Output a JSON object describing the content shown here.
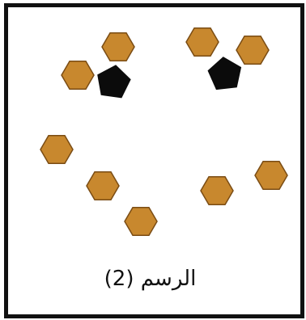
{
  "figure": {
    "caption": "الرسم (2)",
    "colors": {
      "hexagon_fill": "#c8882e",
      "hexagon_stroke": "#7a4c14",
      "pentagon_fill": "#0b0b0b",
      "frame": "#111111",
      "background": "#ffffff"
    },
    "shapes": [
      {
        "kind": "hexagon",
        "group": "top-left"
      },
      {
        "kind": "hexagon",
        "group": "top-left"
      },
      {
        "kind": "pentagon",
        "group": "top-left"
      },
      {
        "kind": "hexagon",
        "group": "top-right"
      },
      {
        "kind": "hexagon",
        "group": "top-right"
      },
      {
        "kind": "pentagon",
        "group": "top-right"
      },
      {
        "kind": "hexagon",
        "group": "middle-left"
      },
      {
        "kind": "hexagon",
        "group": "bottom-left-pair"
      },
      {
        "kind": "hexagon",
        "group": "bottom-left-pair"
      },
      {
        "kind": "hexagon",
        "group": "bottom-right-pair"
      },
      {
        "kind": "hexagon",
        "group": "bottom-right-pair"
      }
    ]
  }
}
